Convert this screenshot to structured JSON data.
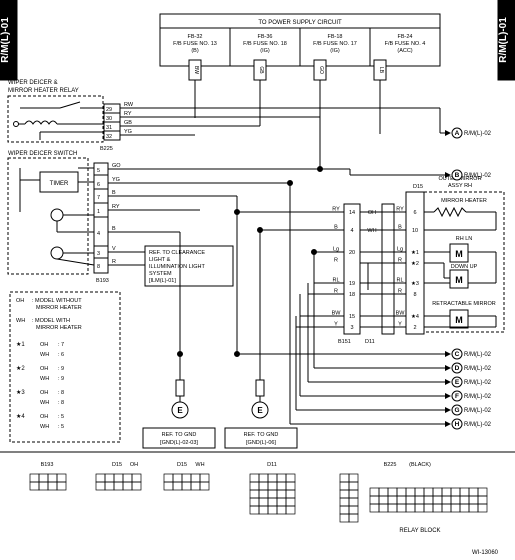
{
  "side_tab_left": "R/M(L)-01",
  "side_tab_right": "R/M(L)-01",
  "supply": {
    "title": "TO POWER SUPPLY CIRCUIT",
    "fuses": [
      {
        "id": "FB-32",
        "name": "F/B FUSE NO. 13",
        "color": "(B)",
        "wire": "BW"
      },
      {
        "id": "FB-36",
        "name": "F/B FUSE NO. 18",
        "color": "(IG)",
        "wire": "GB"
      },
      {
        "id": "FB-18",
        "name": "F/B FUSE NO. 17",
        "color": "(IG)",
        "wire": "GO"
      },
      {
        "id": "FB-24",
        "name": "F/B FUSE NO. 4",
        "color": "(ACC)",
        "wire": "LB"
      }
    ]
  },
  "relay": {
    "title_line1": "WIPER DEICER &",
    "title_line2": "MIRROR HEATER RELAY",
    "connector": "B225",
    "pins": [
      {
        "num": "29",
        "wire": "RW"
      },
      {
        "num": "30",
        "wire": "RY"
      },
      {
        "num": "31",
        "wire": "GB"
      },
      {
        "num": "32",
        "wire": "YG"
      }
    ]
  },
  "switch": {
    "title": "WIPER DEICER SWITCH",
    "timer": "TIMER",
    "connector": "B193",
    "pins": [
      {
        "num": "5",
        "wire": "GO"
      },
      {
        "num": "6",
        "wire": "YG"
      },
      {
        "num": "7",
        "wire": "B"
      },
      {
        "num": "1",
        "wire": "RY"
      },
      {
        "num": "4",
        "wire": "B"
      },
      {
        "num": "3",
        "wire": "V"
      },
      {
        "num": "8",
        "wire": "R"
      }
    ]
  },
  "ref_clearance": [
    "REF. TO CLEARANCE",
    "LIGHT &",
    "ILLUMINATION LIGHT",
    "SYSTEM",
    "[ILM(L)-01]"
  ],
  "outer_mirror": {
    "connector": "D15",
    "title_line1": "OUTER MIRROR",
    "title_line2": "ASSY RH",
    "heater": "MIRROR HEATER",
    "rh_ln": "RH  LN",
    "down_up": "DOWN  UP",
    "retractable": "RETRACTABLE MIRROR"
  },
  "mid_connectors": {
    "left": "B151",
    "right": "D11"
  },
  "mid_rows": [
    {
      "wire_l": "RY",
      "pin_l": "14",
      "pin_r": "",
      "wire_r": "RY",
      "pin_d": "6"
    },
    {
      "wire_l": "B",
      "pin_l": "4",
      "pin_r": "",
      "wire_r": "B",
      "pin_d": "10"
    },
    {
      "wire_l": "Lg",
      "pin_l": "20",
      "pin_r": "",
      "wire_r": "Lg",
      "pin_d": "★1"
    },
    {
      "wire_l": "R",
      "pin_l": "",
      "pin_r": "",
      "wire_r": "R",
      "pin_d": "★2"
    },
    {
      "wire_l": "RL",
      "pin_l": "19",
      "pin_r": "",
      "wire_r": "RL",
      "pin_d": "★3"
    },
    {
      "wire_l": "R",
      "pin_l": "18",
      "pin_r": "",
      "wire_r": "R",
      "pin_d": "8"
    },
    {
      "wire_l": "BW",
      "pin_l": "15",
      "pin_r": "",
      "wire_r": "BW",
      "pin_d": "★4"
    },
    {
      "wire_l": "Y",
      "pin_l": "3",
      "pin_r": "",
      "wire_r": "Y",
      "pin_d": "2"
    }
  ],
  "mirror_heater_marks": [
    "OH",
    "WH"
  ],
  "offpage": [
    {
      "letter": "A",
      "ref": "R/M(L)-02"
    },
    {
      "letter": "B",
      "ref": "R/M(L)-02"
    },
    {
      "letter": "C",
      "ref": "R/M(L)-02"
    },
    {
      "letter": "D",
      "ref": "R/M(L)-02"
    },
    {
      "letter": "E",
      "ref": "R/M(L)-02"
    },
    {
      "letter": "F",
      "ref": "R/M(L)-02"
    },
    {
      "letter": "G",
      "ref": "R/M(L)-02"
    },
    {
      "letter": "H",
      "ref": "R/M(L)-02"
    }
  ],
  "legend": {
    "oh_label": "OH",
    "oh_text1": ": MODEL WITHOUT",
    "oh_text2": "MIRROR HEATER",
    "wh_label": "WH",
    "wh_text1": ": MODEL WITH",
    "wh_text2": "MIRROR HEATER",
    "stars": [
      {
        "star": "★1",
        "oh": "7",
        "wh": "6"
      },
      {
        "star": "★2",
        "oh": "9",
        "wh": "9"
      },
      {
        "star": "★3",
        "oh": "8",
        "wh": "8"
      },
      {
        "star": "★4",
        "oh": "5",
        "wh": "5"
      }
    ]
  },
  "grounds": [
    {
      "letter": "E",
      "ref1": "REF. TO GND",
      "ref2": "[GND(L)-02-03]"
    },
    {
      "letter": "E",
      "ref1": "REF. TO GND",
      "ref2": "[GND(L)-06]"
    }
  ],
  "bottom_connectors": [
    {
      "id": "B193",
      "suffix": ""
    },
    {
      "id": "D15",
      "suffix": "OH"
    },
    {
      "id": "D15",
      "suffix": "WH"
    },
    {
      "id": "D11",
      "suffix": ""
    },
    {
      "id": "B225",
      "suffix": "(BLACK)"
    }
  ],
  "relay_block": "RELAY BLOCK",
  "footer_code": "WI-13060"
}
